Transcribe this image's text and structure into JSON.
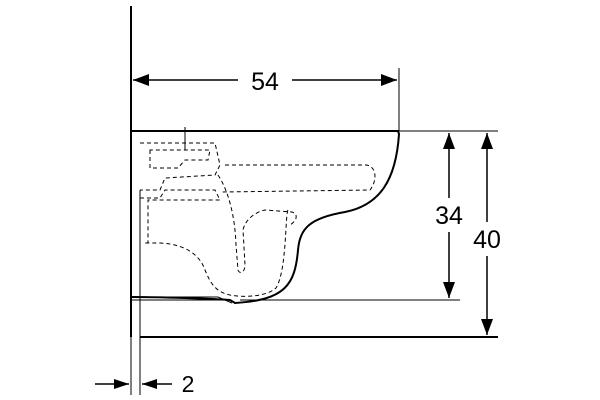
{
  "drawing": {
    "dimensions": {
      "width": "54",
      "rim_height": "34",
      "total_height": "40",
      "wall_gap": "2"
    }
  }
}
